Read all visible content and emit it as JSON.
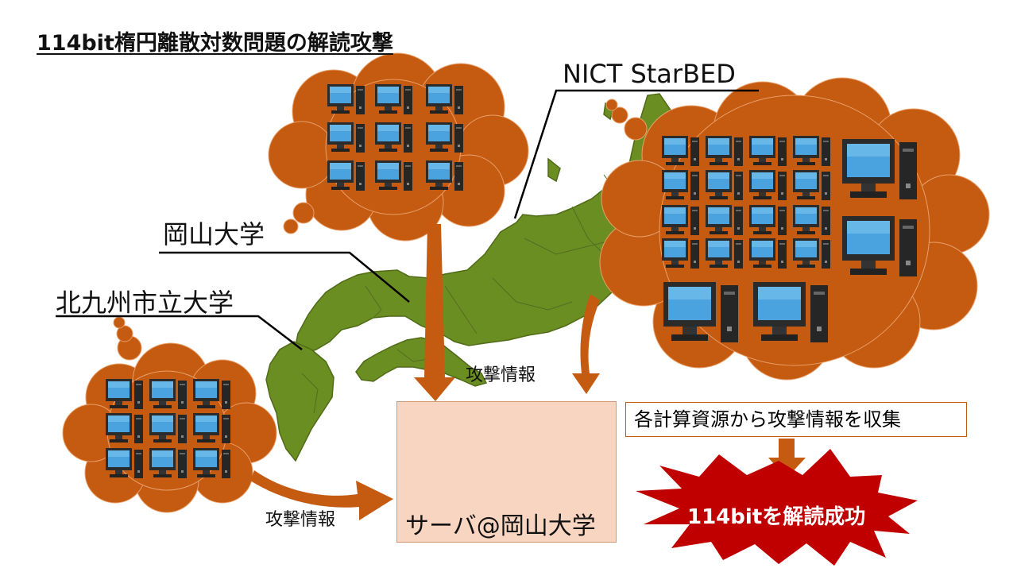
{
  "title": "114bit楕円離散対数問題の解読攻撃",
  "labels": {
    "nict": "NICT StarBED",
    "okayama": "岡山大学",
    "kitakyushu": "北九州市立大学",
    "attack_info_1": "攻撃情報",
    "attack_info_2": "攻撃情報",
    "server": "サーバ@岡山大学",
    "collect": "各計算資源から攻撃情報を収集",
    "success": "114bitを解読成功"
  },
  "colors": {
    "cloud": "#c55a11",
    "map": "#6b8e23",
    "server_box": "#f8d5c0",
    "burst": "#c00000",
    "arrow": "#c55a11"
  },
  "icons": [
    "desktop-computer-icon",
    "server-icon",
    "thought-cloud-icon",
    "explosion-burst-icon"
  ]
}
